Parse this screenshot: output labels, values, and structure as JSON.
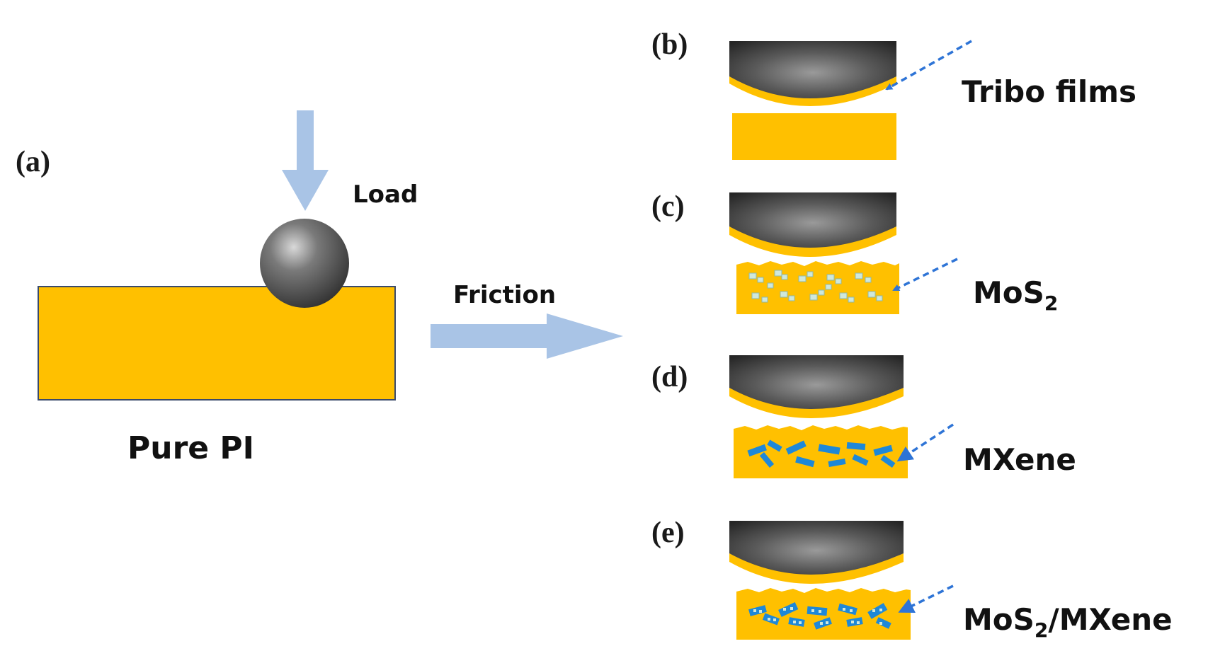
{
  "panels": {
    "a": {
      "letter": "(a)",
      "load_label": "Load",
      "material_label": "Pure PI",
      "friction_label": "Friction"
    },
    "b": {
      "letter": "(b)",
      "label": "Tribo films"
    },
    "c": {
      "letter": "(c)",
      "label_main": "MoS",
      "label_sub": "2"
    },
    "d": {
      "letter": "(d)",
      "label": "MXene"
    },
    "e": {
      "letter": "(e)",
      "label_main1": "MoS",
      "label_sub": "2",
      "label_main2": "/MXene"
    }
  },
  "colors": {
    "substrate": "#FFC000",
    "arrow": "#A9C4E6",
    "dash_arrow": "#2E74D6",
    "mos2_particle": "#CFE8DC",
    "mxene_flake": "#1E88D8"
  },
  "icons": {
    "ball": "steel-ball-icon",
    "cap": "ball-cap-icon"
  }
}
